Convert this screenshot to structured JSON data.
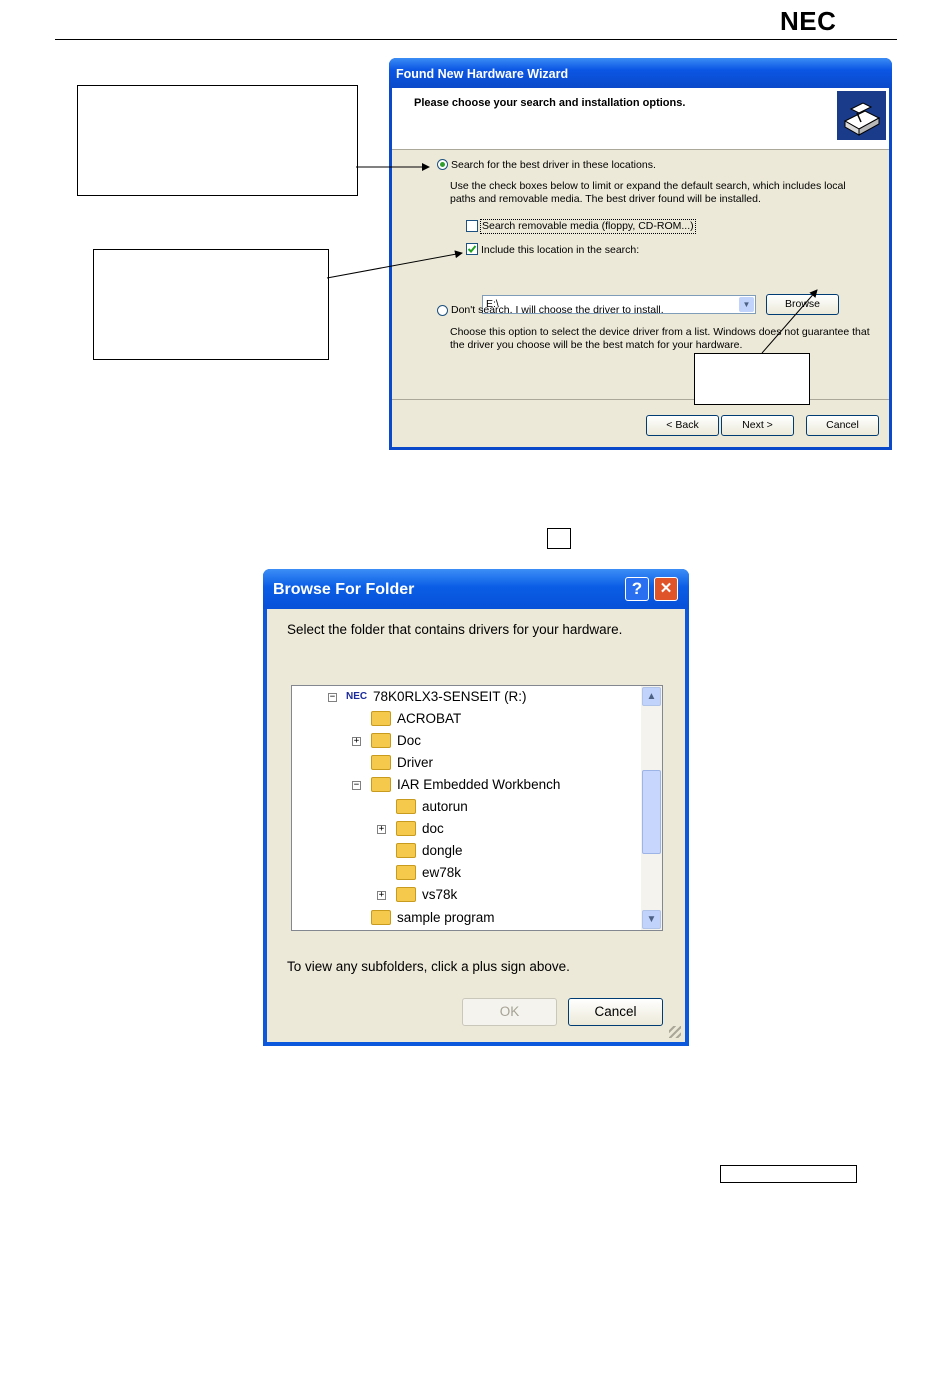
{
  "header": {
    "logo_text": "NEC"
  },
  "wizard": {
    "title": "Found New Hardware Wizard",
    "heading": "Please choose your search and installation options.",
    "option_search_label": "Search for the best driver in these locations.",
    "option_search_desc_line1": "Use the check boxes below to limit or expand the default search, which includes local",
    "option_search_desc_line2": "paths and removable media. The best driver found will be installed.",
    "check_removable_label": "Search removable media (floppy, CD-ROM...)",
    "check_removable_checked": false,
    "check_location_label": "Include this location in the search:",
    "check_location_checked": true,
    "location_value": "E:\\",
    "browse_label": "Browse",
    "option_dont_label": "Don't search. I will choose the driver to install.",
    "option_dont_desc_line1": "Choose this option to select the device driver from a list.  Windows does not guarantee that",
    "option_dont_desc_line2": "the driver you choose will be the best match for your hardware.",
    "back_label": "< Back",
    "next_label": "Next >",
    "cancel_label": "Cancel"
  },
  "browse_dialog": {
    "title": "Browse For Folder",
    "help_button": "?",
    "close_button": "✕",
    "instruction": "Select the folder that contains drivers for your hardware.",
    "tree": {
      "root": {
        "icon_text": "NEC",
        "label": "78K0RLX3-SENSEIT (R:)"
      },
      "items": [
        {
          "label": "ACROBAT",
          "expander": ""
        },
        {
          "label": "Doc",
          "expander": "+"
        },
        {
          "label": "Driver",
          "expander": ""
        },
        {
          "label": "IAR Embedded Workbench",
          "expander": "−"
        },
        {
          "label": "autorun",
          "expander": ""
        },
        {
          "label": "doc",
          "expander": "+"
        },
        {
          "label": "dongle",
          "expander": ""
        },
        {
          "label": "ew78k",
          "expander": ""
        },
        {
          "label": "vs78k",
          "expander": "+"
        },
        {
          "label": "sample program",
          "expander": ""
        }
      ]
    },
    "hint": "To view any subfolders, click a plus sign above.",
    "ok_label": "OK",
    "cancel_label": "Cancel"
  },
  "colors": {
    "xp_title_blue": "#0b58dc",
    "dialog_bg": "#ece9d8",
    "folder_yellow": "#f4c94c",
    "radio_green": "#2e9e2e"
  }
}
